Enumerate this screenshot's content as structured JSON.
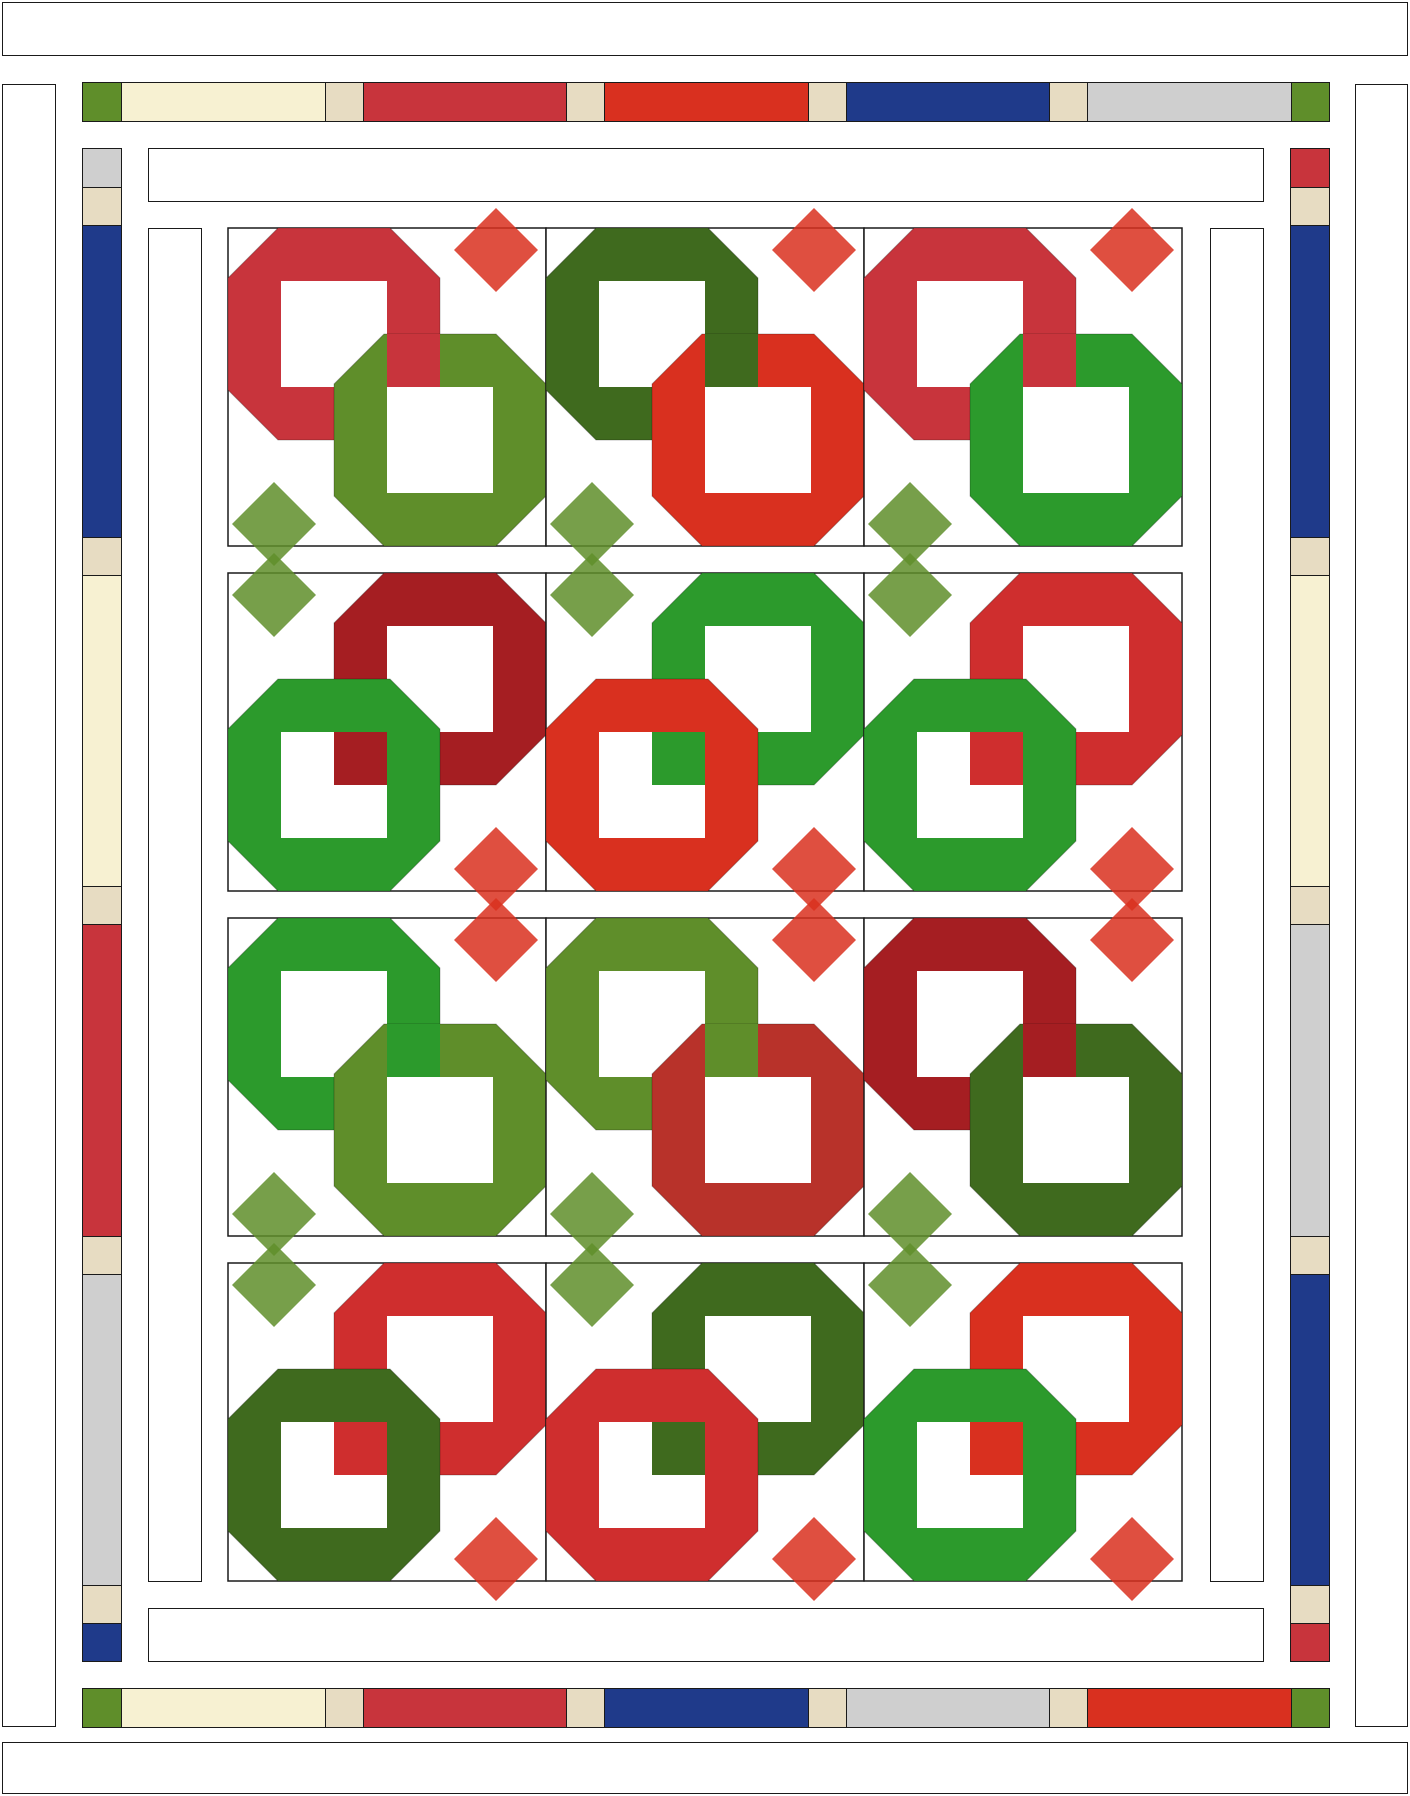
{
  "colors": {
    "background": "#ffffff",
    "outline": "#1a1a1a",
    "fabrics": {
      "cream-candy": "#f7f1d2",
      "tan-corner": "#e7dcc2",
      "red-floral": "#c8343c",
      "red-poinsettia": "#d9301f",
      "navy": "#1f3a8a",
      "silver-gray": "#cfcfcf",
      "holly-green": "#5f8e2a",
      "bright-green": "#2c9a2c",
      "dark-green": "#3f6a1e",
      "dark-red": "#a51e22",
      "rust-red": "#b8322a",
      "red-white": "#cf2e2e"
    }
  },
  "top_strip": [
    "holly-green",
    "cream-candy",
    "tan-corner",
    "red-floral",
    "tan-corner",
    "red-poinsettia",
    "tan-corner",
    "navy",
    "tan-corner",
    "silver-gray",
    "holly-green"
  ],
  "bottom_strip": [
    "holly-green",
    "cream-candy",
    "tan-corner",
    "red-floral",
    "tan-corner",
    "navy",
    "tan-corner",
    "silver-gray",
    "tan-corner",
    "red-poinsettia",
    "holly-green"
  ],
  "left_strip": [
    "silver-gray",
    "tan-corner",
    "navy",
    "tan-corner",
    "cream-candy",
    "tan-corner",
    "red-floral",
    "tan-corner",
    "silver-gray",
    "tan-corner",
    "navy"
  ],
  "right_strip": [
    "red-floral",
    "tan-corner",
    "navy",
    "tan-corner",
    "cream-candy",
    "tan-corner",
    "silver-gray",
    "tan-corner",
    "navy",
    "tan-corner",
    "red-floral"
  ],
  "blocks": [
    [
      {
        "variant": "A",
        "back": "red-floral",
        "front": "holly-green",
        "corner_tr": "red-poinsettia",
        "corner_bl": "holly-green"
      },
      {
        "variant": "A",
        "back": "dark-green",
        "front": "red-poinsettia",
        "corner_tr": "red-poinsettia",
        "corner_bl": "holly-green"
      },
      {
        "variant": "A",
        "back": "red-floral",
        "front": "bright-green",
        "corner_tr": "red-poinsettia",
        "corner_bl": "holly-green"
      }
    ],
    [
      {
        "variant": "B",
        "back": "dark-red",
        "front": "bright-green",
        "corner_tl": "holly-green",
        "corner_br": "red-poinsettia"
      },
      {
        "variant": "B",
        "back": "bright-green",
        "front": "red-poinsettia",
        "corner_tl": "holly-green",
        "corner_br": "red-poinsettia"
      },
      {
        "variant": "B",
        "back": "red-white",
        "front": "bright-green",
        "corner_tl": "holly-green",
        "corner_br": "red-poinsettia"
      }
    ],
    [
      {
        "variant": "A",
        "back": "bright-green",
        "front": "holly-green",
        "corner_tr": "red-poinsettia",
        "corner_bl": "holly-green"
      },
      {
        "variant": "A",
        "back": "holly-green",
        "front": "rust-red",
        "corner_tr": "red-poinsettia",
        "corner_bl": "holly-green"
      },
      {
        "variant": "A",
        "back": "dark-red",
        "front": "dark-green",
        "corner_tr": "red-poinsettia",
        "corner_bl": "holly-green"
      }
    ],
    [
      {
        "variant": "B",
        "back": "red-white",
        "front": "dark-green",
        "corner_tl": "holly-green",
        "corner_br": "red-poinsettia"
      },
      {
        "variant": "B",
        "back": "dark-green",
        "front": "red-white",
        "corner_tl": "holly-green",
        "corner_br": "red-poinsettia"
      },
      {
        "variant": "B",
        "back": "red-poinsettia",
        "front": "bright-green",
        "corner_tl": "holly-green",
        "corner_br": "red-poinsettia"
      }
    ]
  ]
}
